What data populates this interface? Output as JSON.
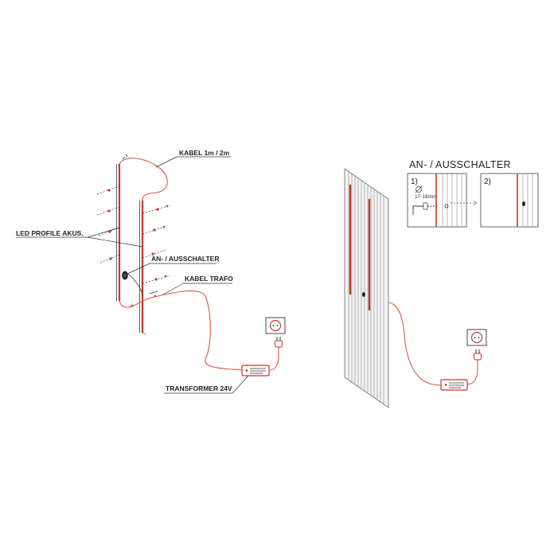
{
  "labels": {
    "kabel_length": "KABEL 1m / 2m",
    "led_profile": "LED PROFILE AKUS.",
    "switch_left": "AN- / AUSSCHALTER",
    "kabel_trafo": "KABEL TRAFO",
    "transformer": "TRANSFORMER 24V",
    "switch_right_title": "AN- / AUSSCHALTER",
    "step_1": "1)",
    "step_2": "2)",
    "drill_size": "17-18mm"
  },
  "colors": {
    "led": "#c0392b",
    "wire": "#d9583d",
    "ink": "#333333",
    "panel": "#f2f2f2"
  },
  "icons": {
    "socket": "wall-socket-icon",
    "plug": "power-plug-icon",
    "transformer": "transformer-box-icon",
    "switch": "switch-button-icon",
    "drill": "drill-diameter-icon"
  }
}
